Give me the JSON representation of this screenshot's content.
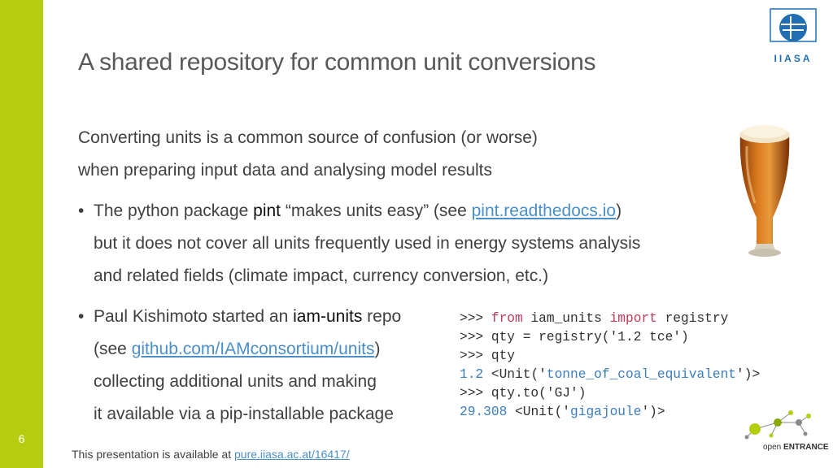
{
  "slide": {
    "number": "6",
    "title": "A shared repository for common unit conversions"
  },
  "logo": {
    "text": "IIASA"
  },
  "intro": {
    "line1": "Converting units is a common source of confusion (or worse)",
    "line2": "when preparing input data and analysing model results"
  },
  "bullet1": {
    "dot": "•",
    "l1_a": "The python package ",
    "l1_strong": "pint",
    "l1_b": " “makes units easy” (see ",
    "l1_link": "pint.readthedocs.io",
    "l1_c": ")",
    "l2": "but it does not cover all units frequently used in energy systems analysis",
    "l3": "and related fields (climate impact, currency conversion, etc.)"
  },
  "bullet2": {
    "dot": "•",
    "l1_a": "Paul Kishimoto started an ",
    "l1_strong": "iam-units",
    "l1_b": " repo",
    "l2_a": "(see ",
    "l2_link": "github.com/IAMconsortium/units",
    "l2_b": ")",
    "l3": "collecting additional units and making",
    "l4": "it available via a pip-installable package"
  },
  "code": {
    "line1": {
      "prompt": ">>> ",
      "kw1": "from",
      "mid": " iam_units ",
      "kw2": "import",
      "end": " registry"
    },
    "line2": {
      "prompt": ">>> ",
      "text": "qty = registry('1.2 tce')"
    },
    "line3": {
      "prompt": ">>> ",
      "text": "qty"
    },
    "line4": {
      "num": "1.2",
      "a": " <Unit('",
      "str": "tonne_of_coal_equivalent",
      "b": "')>"
    },
    "line5": {
      "prompt": ">>> ",
      "text": "qty.to('GJ')"
    },
    "line6": {
      "num": "29.308",
      "a": " <Unit('",
      "str": "gigajoule",
      "b": "')>"
    }
  },
  "footer": {
    "text": "This presentation is available at ",
    "link": "pure.iiasa.ac.at/16417/"
  },
  "partner_logo": {
    "text_a": "open",
    "text_b": "ENTRANCE"
  },
  "colors": {
    "accent_green": "#b5cd10",
    "link_blue": "#4a8fc9",
    "keyword_red": "#c0395b"
  }
}
